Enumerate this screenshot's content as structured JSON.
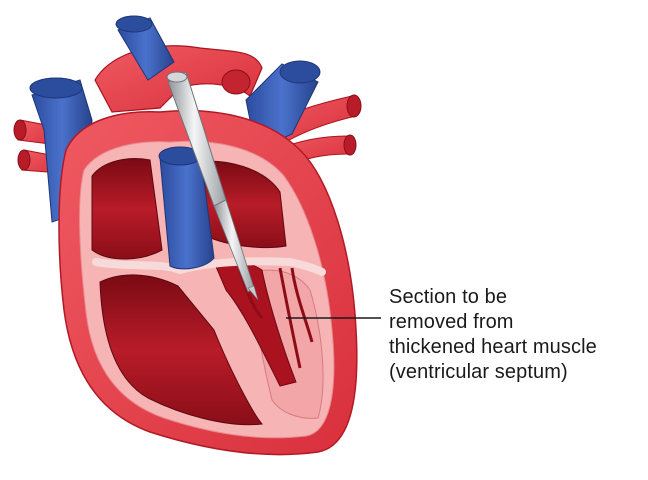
{
  "diagram": {
    "callout": {
      "lines": [
        "Section to be",
        "removed from",
        "thickened heart muscle",
        "(ventricular septum)"
      ]
    },
    "colors": {
      "muscle": "#e8404a",
      "muscle_light": "#f08a90",
      "muscle_dark": "#a4101c",
      "chamber_lining": "#f7c1c0",
      "vein_blue": "#3a5fb8",
      "vein_blue_dark": "#23408a",
      "instrument": "#c9ccd0",
      "leader_line": "#1a1a1a"
    }
  }
}
